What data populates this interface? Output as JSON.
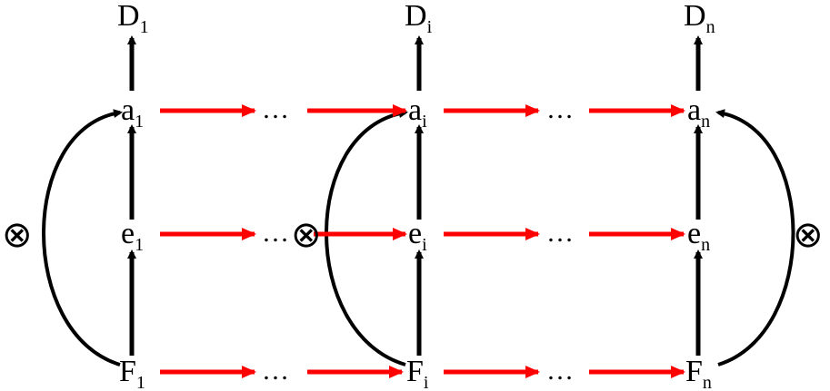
{
  "colors": {
    "flow_arrow": "#ff0000",
    "vertical_arrow": "#000000",
    "text": "#000000"
  },
  "nodes": {
    "d1": {
      "base": "D",
      "sub": "1"
    },
    "di": {
      "base": "D",
      "sub": "i"
    },
    "dn": {
      "base": "D",
      "sub": "n"
    },
    "a1": {
      "base": "a",
      "sub": "1"
    },
    "ai": {
      "base": "a",
      "sub": "i"
    },
    "an": {
      "base": "a",
      "sub": "n"
    },
    "e1": {
      "base": "e",
      "sub": "1"
    },
    "ei": {
      "base": "e",
      "sub": "i"
    },
    "en": {
      "base": "e",
      "sub": "n"
    },
    "f1": {
      "base": "F",
      "sub": "1"
    },
    "fi": {
      "base": "F",
      "sub": "i"
    },
    "fn": {
      "base": "F",
      "sub": "n"
    }
  },
  "ellipsis": "…",
  "otimes_symbol": "⊗"
}
